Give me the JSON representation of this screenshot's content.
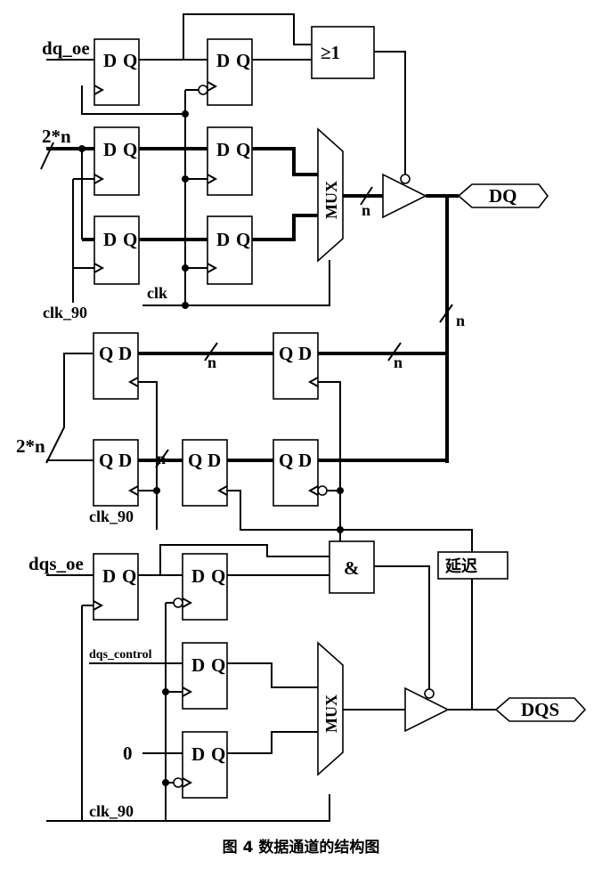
{
  "labels": {
    "dq_oe": "dq_oe",
    "in_2n_top": "2*n",
    "clk_90_top": "clk_90",
    "clk": "clk",
    "in_2n_mid": "2*n",
    "clk_90_mid": "clk_90",
    "dqs_oe": "dqs_oe",
    "dqs_control": "dqs_control",
    "zero": "0",
    "clk_90_bottom": "clk_90"
  },
  "outputs": {
    "dq": "DQ",
    "dqs": "DQS"
  },
  "blocks": {
    "mux": "MUX",
    "or_gate": "≥1",
    "and_gate": "&",
    "delay": "延迟"
  },
  "flipflop": {
    "d": "D",
    "q": "Q"
  },
  "bus_width": "n",
  "caption": "图 4    数据通道的结构图"
}
